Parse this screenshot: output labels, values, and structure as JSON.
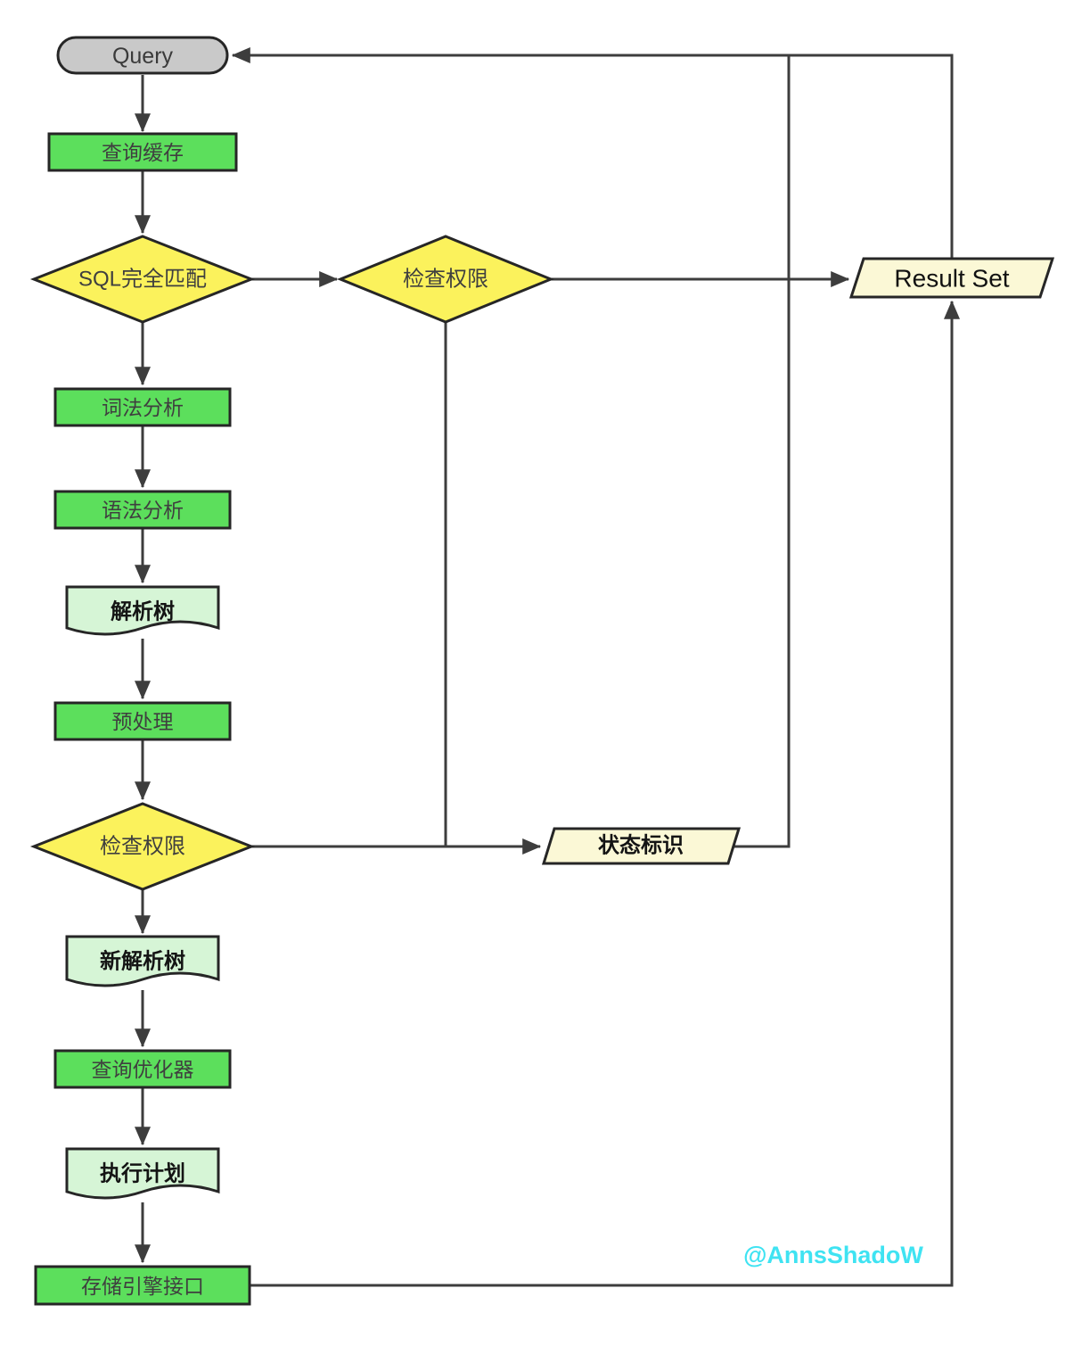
{
  "colors": {
    "process_green": "#5cdf5c",
    "document_green": "#d6f5d6",
    "decision_yellow": "#fbf25c",
    "io_cream": "#fbf8d6",
    "terminal_gray": "#c9c9c9",
    "connector": "#3d3d3d",
    "watermark_cyan": "#3fe3f2"
  },
  "nodes": {
    "query": {
      "label": "Query",
      "type": "terminal"
    },
    "query_cache": {
      "label": "查询缓存",
      "type": "process"
    },
    "sql_match": {
      "label": "SQL完全匹配",
      "type": "decision"
    },
    "check_privileges_top": {
      "label": "检查权限",
      "type": "decision"
    },
    "result_set": {
      "label": "Result Set",
      "type": "input-output"
    },
    "lexical_analysis": {
      "label": "词法分析",
      "type": "process"
    },
    "syntax_analysis": {
      "label": "语法分析",
      "type": "process"
    },
    "parse_tree": {
      "label": "解析树",
      "type": "document"
    },
    "preprocess": {
      "label": "预处理",
      "type": "process"
    },
    "check_privileges_bottom": {
      "label": "检查权限",
      "type": "decision"
    },
    "status_flag": {
      "label": "状态标识",
      "type": "input-output"
    },
    "new_parse_tree": {
      "label": "新解析树",
      "type": "document"
    },
    "query_optimizer": {
      "label": "查询优化器",
      "type": "process"
    },
    "execution_plan": {
      "label": "执行计划",
      "type": "document"
    },
    "storage_engine_interface": {
      "label": "存储引擎接口",
      "type": "process"
    }
  },
  "watermark": {
    "text": "@AnnsShadoW"
  }
}
